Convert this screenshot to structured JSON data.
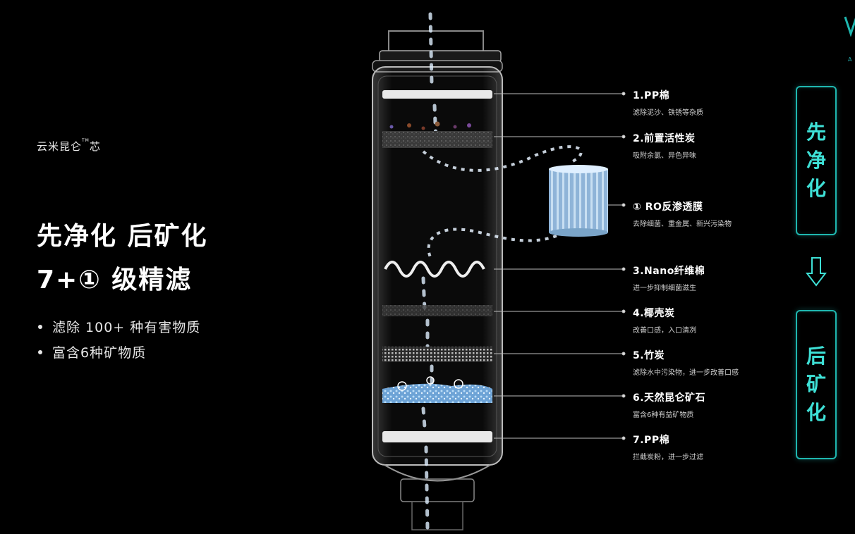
{
  "brand": {
    "name": "云米昆仑",
    "tm": "TM",
    "suffix": "芯"
  },
  "headline": {
    "line1": "先净化 后矿化",
    "line2": "7+① 级精滤"
  },
  "bullets": [
    "滤除 100+ 种有害物质",
    "富含6种矿物质"
  ],
  "layers": [
    {
      "title": "1.PP棉",
      "desc": "滤除泥沙、铁锈等杂质"
    },
    {
      "title": "2.前置活性炭",
      "desc": "吸附余氯、异色异味"
    },
    {
      "title": "① RO反渗透膜",
      "desc": "去除细菌、重金属、新兴污染物"
    },
    {
      "title": "3.Nano纤维棉",
      "desc": "进一步抑制细菌滋生"
    },
    {
      "title": "4.椰壳炭",
      "desc": "改善口感，入口清冽"
    },
    {
      "title": "5.竹炭",
      "desc": "滤除水中污染物，进一步改善口感"
    },
    {
      "title": "6.天然昆仑矿石",
      "desc": "富含6种有益矿物质"
    },
    {
      "title": "7.PP棉",
      "desc": "拦截炭粉，进一步过滤"
    }
  ],
  "stages": {
    "first": [
      "先",
      "净",
      "化"
    ],
    "second": [
      "后",
      "矿",
      "化"
    ]
  },
  "logo": {
    "sub": "A"
  },
  "icons": {
    "arrow": "down-arrow-icon",
    "logo": "brand-logo-icon"
  },
  "colors": {
    "accent": "#1fb7b0",
    "accent_text": "#3ee0d6",
    "background": "#000000"
  }
}
